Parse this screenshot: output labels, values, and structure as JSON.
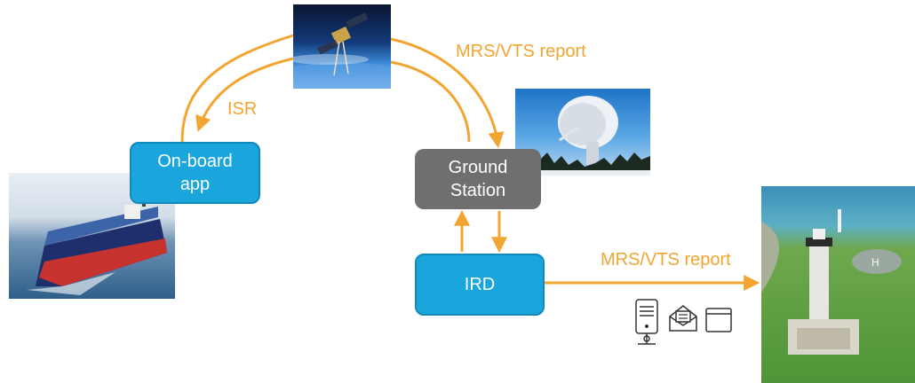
{
  "colors": {
    "arrow": "#f2a531",
    "node_blue": "#1aa6dd",
    "node_blue_border": "#1289bd",
    "node_gray": "#6f6f6f",
    "label": "#f2a531"
  },
  "nodes": {
    "onboard_app": "On-board\napp",
    "ground_station": "Ground\nStation",
    "ird": "IRD"
  },
  "labels": {
    "isr": "ISR",
    "mrs_vts_top": "MRS/VTS report",
    "mrs_vts_right": "MRS/VTS report"
  },
  "images": [
    "satellite-photo",
    "ground-antenna-photo",
    "container-ship-photo",
    "lighthouse-photo"
  ],
  "icons": [
    "server-icon",
    "email-icon",
    "browser-window-icon"
  ]
}
